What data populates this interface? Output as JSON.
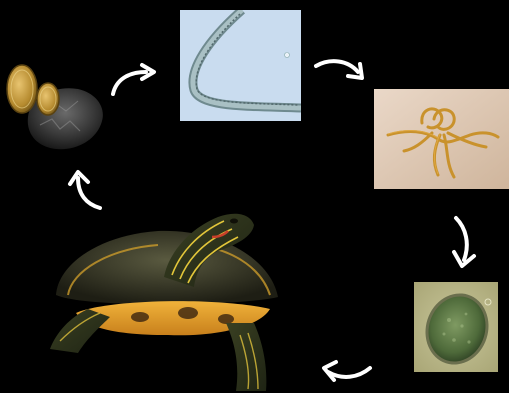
{
  "diagram": {
    "background": "#000000",
    "arrow_color": "#ffffff",
    "stages": [
      {
        "id": "eggs-on-substrate",
        "image": "two-eggs-on-rock"
      },
      {
        "id": "larva-micrograph",
        "image": "larva-under-microscope"
      },
      {
        "id": "adult-worms",
        "image": "cluster-of-adult-worms"
      },
      {
        "id": "egg-micrograph",
        "image": "egg-cell-under-microscope"
      },
      {
        "id": "turtle-host",
        "image": "red-eared-slider-turtle"
      }
    ]
  }
}
